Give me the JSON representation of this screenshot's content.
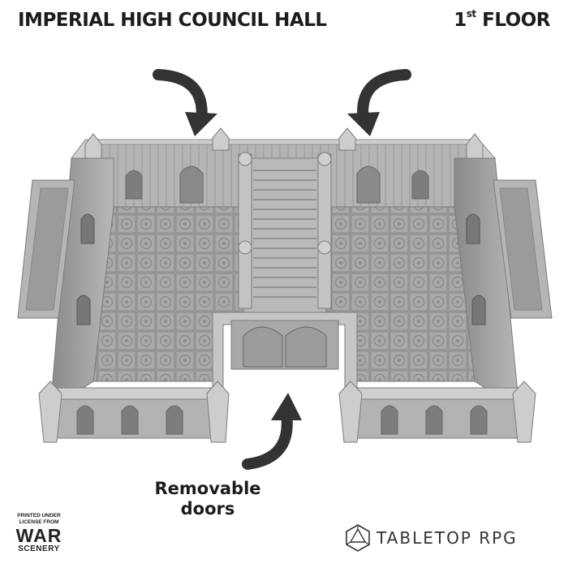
{
  "header": {
    "title": "IMPERIAL HIGH COUNCIL HALL",
    "floor_number": "1",
    "floor_suffix": "st",
    "floor_label": "FLOOR"
  },
  "callout": {
    "line1": "Removable",
    "line2": "doors"
  },
  "license": {
    "line1": "PRINTED UNDER",
    "line2": "LICENSE FROM",
    "brand_line1": "WAR",
    "brand_line2": "SCENERY"
  },
  "brand": {
    "name": "TABLETOP RPG",
    "icon": "polyhedral-die-icon"
  },
  "colors": {
    "text": "#1c1c1c",
    "arrow": "#333333",
    "model": "#9a9a9a"
  }
}
